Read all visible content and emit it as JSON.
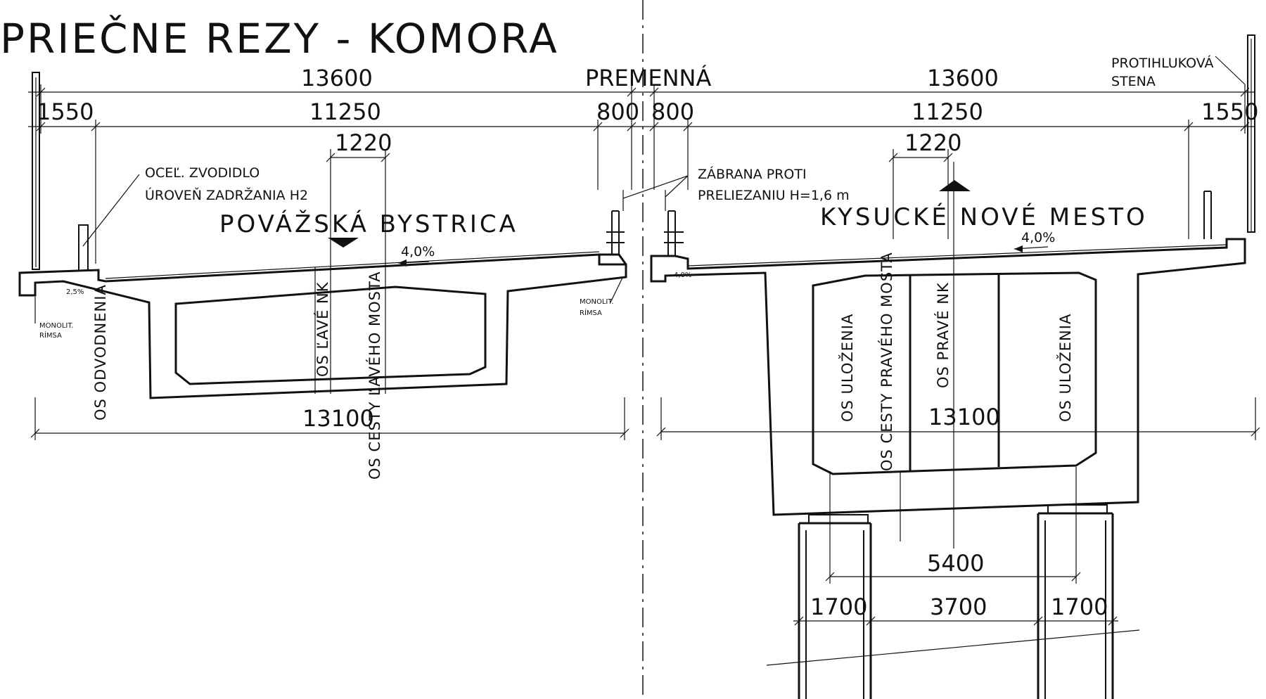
{
  "title": "PRIEČNE REZY - KOMORA",
  "dimensions": {
    "left_total": "13600",
    "right_total": "13600",
    "gap": "PREMENNÁ",
    "left_edge": "1550",
    "right_edge": "1550",
    "left_deck": "11250",
    "right_deck": "11250",
    "left_cap": "800",
    "right_cap": "800",
    "left_offset": "1220",
    "right_offset": "1220",
    "left_bottom": "13100",
    "right_bottom": "13100",
    "pier_spacing": "5400",
    "pier_left": "1700",
    "pier_mid": "3700",
    "pier_right": "1700"
  },
  "labels": {
    "guardrail_1": "OCEĽ. ZVODIDLO",
    "guardrail_2": "ÚROVEŇ ZADRŽANIA H2",
    "barrier_1": "ZÁBRANA PROTI",
    "barrier_2": "PRELIEZANIU H=1,6 m",
    "noise_1": "PROTIHLUKOVÁ",
    "noise_2": "STENA",
    "city_left": "POVÁŽSKÁ  BYSTRICA",
    "city_right": "KYSUCKÉ  NOVÉ  MESTO",
    "slope_left": "4,0%",
    "slope_right": "4,0%",
    "slope_small_left": "2,5%",
    "slope_small_right": "4,0%",
    "monolit_left_1": "MONOLIT.",
    "monolit_left_2": "RÍMSA",
    "monolit_mid_1": "MONOLIT.",
    "monolit_mid_2": "RÍMSA"
  },
  "axes": {
    "drainage": "OS ODVODNENIA",
    "left_nk": "OS ĽAVÉ NK",
    "left_road": "OS CESTY ĽAVÉHO MOSTA",
    "bearing_left": "OS ULOŽENIA",
    "right_road": "OS CESTY PRAVÉHO MOSTA",
    "right_nk": "OS PRAVÉ NK",
    "bearing_right": "OS ULOŽENIA"
  }
}
